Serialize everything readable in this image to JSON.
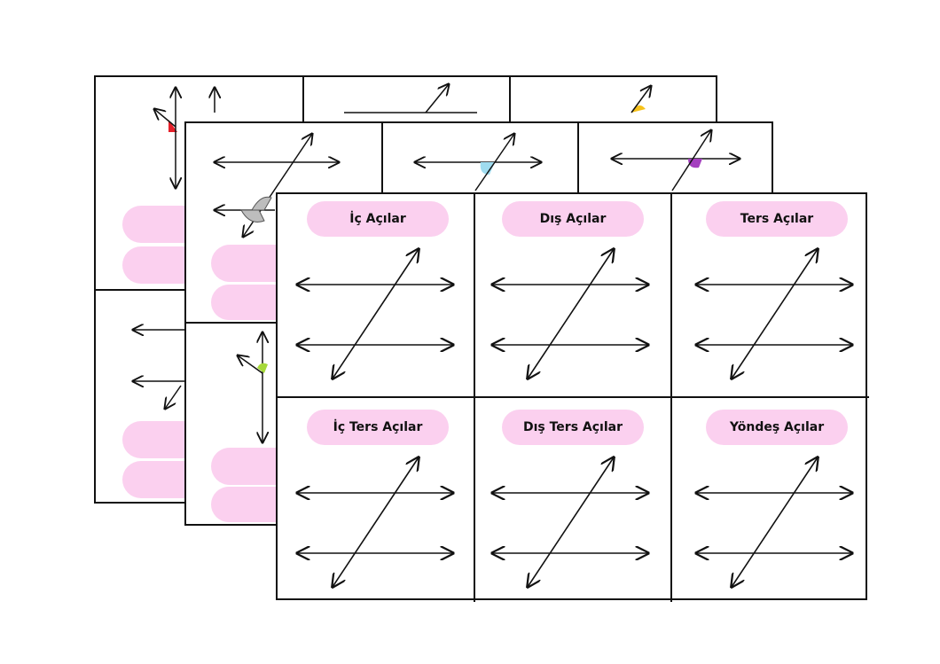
{
  "colors": {
    "pill": "#fbd0ef",
    "line": "#111111",
    "red": "#e5202a",
    "yellow": "#f7c21a",
    "gray": "#bdbdbd",
    "cyan": "#9fdcef",
    "purple": "#a43fbf",
    "lime": "#a6d93a"
  },
  "cards": [
    {
      "title": "İç Açılar"
    },
    {
      "title": "Dış Açılar"
    },
    {
      "title": "Ters Açılar"
    },
    {
      "title": "İç Ters Açılar"
    },
    {
      "title": "Dış Ters Açılar"
    },
    {
      "title": "Yöndeş Açılar"
    }
  ]
}
